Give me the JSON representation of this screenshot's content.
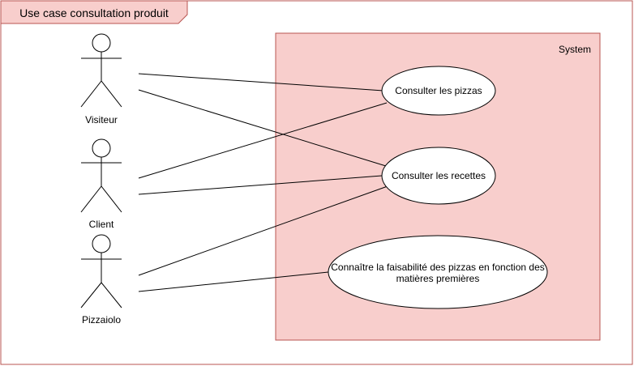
{
  "frame": {
    "title": "Use case consultation produit"
  },
  "system": {
    "label": "System"
  },
  "actors": [
    {
      "id": "visiteur",
      "label": "Visiteur"
    },
    {
      "id": "client",
      "label": "Client"
    },
    {
      "id": "pizzaiolo",
      "label": "Pizzaiolo"
    }
  ],
  "usecases": [
    {
      "id": "pizzas",
      "lines": [
        "Consulter les pizzas"
      ]
    },
    {
      "id": "recettes",
      "lines": [
        "Consulter les recettes"
      ]
    },
    {
      "id": "faisabilite",
      "lines": [
        "Connaître la faisabilité des pizzas en fonction des",
        "matières premières"
      ]
    }
  ],
  "colors": {
    "frame_border": "#b85450",
    "frame_fill": "#ffffff",
    "tab_fill": "#f8cecc",
    "system_fill": "#f8cecc",
    "system_border": "#b85450",
    "stroke": "#000000",
    "usecase_fill": "#ffffff"
  }
}
